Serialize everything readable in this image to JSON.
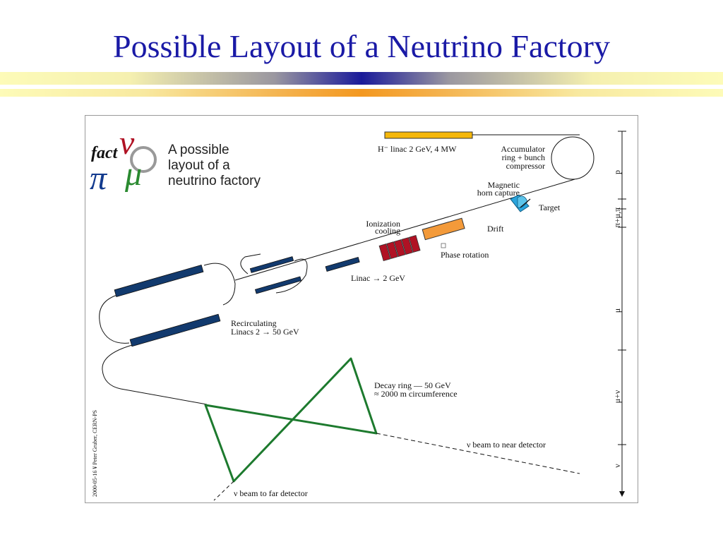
{
  "slide": {
    "title": "Possible Layout of a Neutrino Factory"
  },
  "logo": {
    "word": "fact",
    "letters": [
      "ν",
      "π",
      "μ"
    ]
  },
  "diagram": {
    "heading_lines": [
      "A possible",
      "layout of a",
      "neutrino factory"
    ],
    "labels": {
      "hlinac": "H⁻ linac 2 GeV, 4 MW",
      "accumulator_1": "Accumulator",
      "accumulator_2": "ring + bunch",
      "accumulator_3": "compressor",
      "magnetic_1": "Magnetic",
      "magnetic_2": "horn capture",
      "target": "Target",
      "drift": "Drift",
      "ionization_1": "Ionization",
      "ionization_2": "cooling",
      "phase_rotation": "Phase rotation",
      "linac": "Linac → 2 GeV",
      "recirc_1": "Recirculating",
      "recirc_2": "Linacs 2 → 50 GeV",
      "decay_1": "Decay ring — 50 GeV",
      "decay_2": "≈ 2000 m circumference",
      "near_beam": "ν beam to near detector",
      "far_beam": "ν beam to far detector",
      "credit": "2000-05-16 ¥ Peter Gruber, CERN-PS"
    },
    "axis_labels": [
      "p",
      "π+μ,π",
      "μ",
      "μ+ν",
      "ν"
    ]
  },
  "colors": {
    "title": "#1a1aa6",
    "linac_bar": "#f5b70a",
    "phase_rotation": "#f39a3a",
    "cooling": "#b01224",
    "linac_dark": "#123a6e",
    "decay_ring": "#1d7a2e",
    "horn": "#2aa4dc"
  }
}
